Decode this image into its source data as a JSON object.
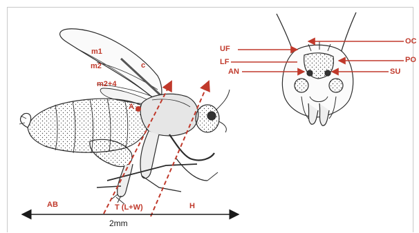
{
  "colors": {
    "annotation": "#c0392b",
    "drawing": "#2b2b2b",
    "scale_bar": "#1a1a1a"
  },
  "wing_labels": {
    "m1": "m1",
    "m2": "m2",
    "m2_4": "m2+4",
    "c": "c",
    "A": "A"
  },
  "body_labels": {
    "AB": "AB",
    "T": "T (L+W)",
    "H": "H"
  },
  "scale": {
    "label": "2mm"
  },
  "head_labels": {
    "UF": "UF",
    "LF": "LF",
    "AN": "AN",
    "OC": "OC",
    "PO": "PO",
    "SU": "SU"
  }
}
